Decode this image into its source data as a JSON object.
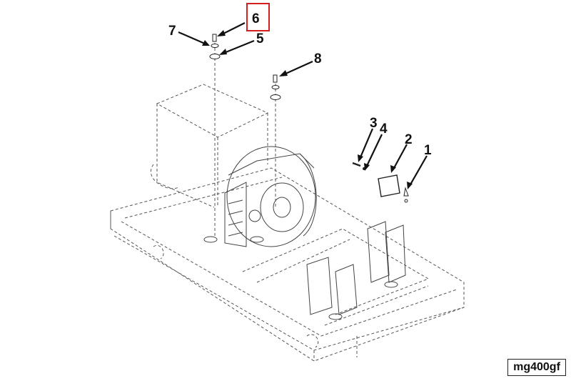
{
  "figure_id": "mg400gf",
  "callouts": {
    "c1": "1",
    "c2": "2",
    "c3": "3",
    "c4": "4",
    "c5": "5",
    "c6": "6",
    "c7": "7",
    "c8": "8"
  },
  "highlighted_callout": "6",
  "highlight_color": "#d21f1f"
}
